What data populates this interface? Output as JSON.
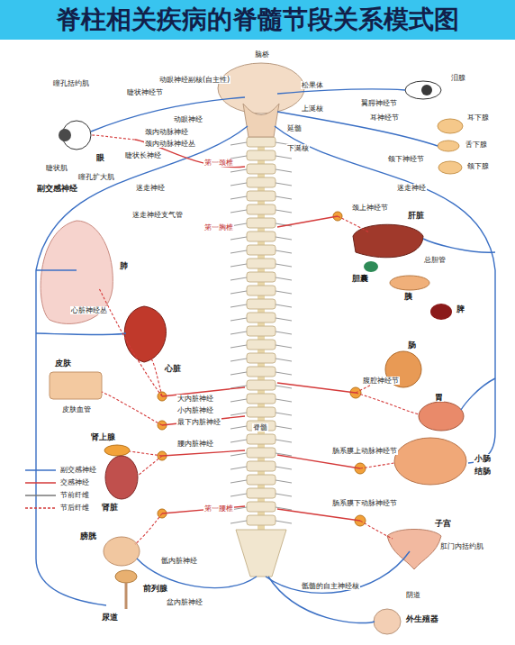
{
  "diagram": {
    "title": "脊柱相关疾病的脊髓节段关系模式图",
    "labels": [
      "瞳孔括约肌",
      "眼",
      "睫状肌",
      "瞳孔扩大肌",
      "睫状神经节",
      "动眼神经",
      "颈内动脉神经",
      "颈内动脉神经丛",
      "睫状长神经",
      "动眼神经副核(自主性)",
      "脑桥",
      "松果体",
      "上涎核",
      "延髓",
      "下涎核",
      "泪腺",
      "翼腭神经节",
      "耳神经节",
      "耳下腺",
      "舌下腺",
      "颌下腺",
      "颌下神经节",
      "副交感神经",
      "迷走神经",
      "迷走神经",
      "第一颈椎",
      "第一胸椎",
      "迷走神经支气管",
      "颈上神经节",
      "肝脏",
      "肺",
      "胆囊",
      "总胆管",
      "胰",
      "脾",
      "心脏神经丛",
      "心脏",
      "肠",
      "皮肤",
      "腹腔神经节",
      "胃",
      "皮肤血管",
      "大内脏神经",
      "小内脏神经",
      "最下内脏神经",
      "肾上腺",
      "腰内脏神经",
      "肠系膜上动脉神经节",
      "小肠",
      "结肠",
      "肾脏",
      "第一腰椎",
      "肠系膜下动脉神经节",
      "子宫",
      "膀胱",
      "肛门内括约肌",
      "骶内脏神经",
      "前列腺",
      "骶髓的自主神经核",
      "盆内脏神经",
      "阴道",
      "尿道",
      "外生殖器",
      "脊髓"
    ],
    "legend": [
      {
        "text": "副交感神经"
      },
      {
        "text": "交感神经"
      },
      {
        "text": "节前纤维"
      },
      {
        "text": "节后纤维"
      }
    ]
  }
}
